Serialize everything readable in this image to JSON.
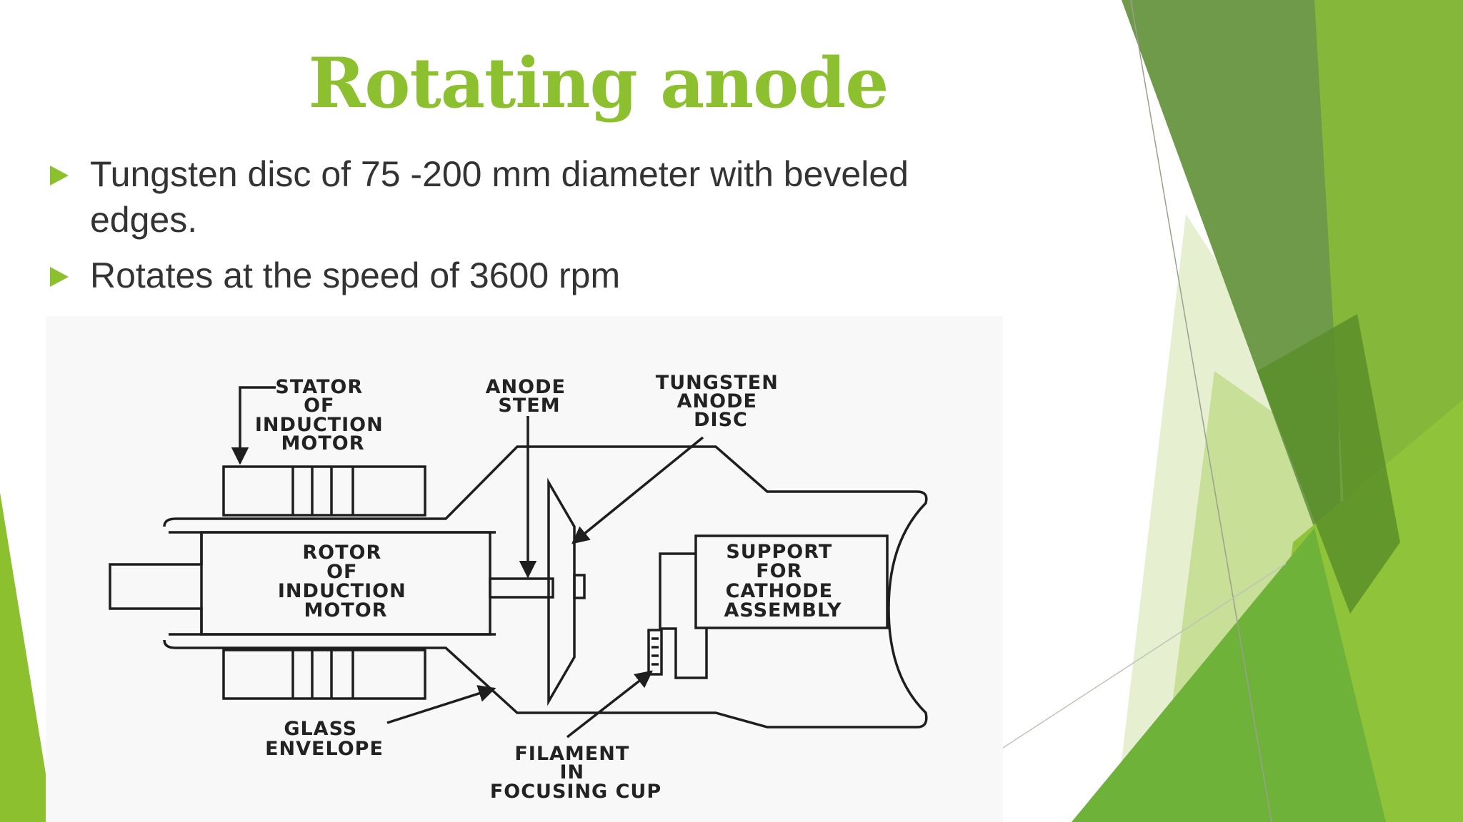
{
  "slide": {
    "title": "Rotating anode",
    "bullets": [
      "Tungsten disc of 75 -200 mm diameter with beveled edges.",
      "Rotates at the speed of 3600 rpm"
    ]
  },
  "diagram": {
    "labels": {
      "stator": [
        "STATOR",
        "OF",
        "INDUCTION",
        "MOTOR"
      ],
      "anode_stem": [
        "ANODE",
        "STEM"
      ],
      "tungsten_disc": [
        "TUNGSTEN",
        "ANODE",
        "DISC"
      ],
      "rotor": [
        "ROTOR",
        "OF",
        "INDUCTION",
        "MOTOR"
      ],
      "cathode_support": [
        "SUPPORT",
        "FOR",
        "CATHODE",
        "ASSEMBLY"
      ],
      "glass_envelope": [
        "GLASS",
        "ENVELOPE"
      ],
      "filament": [
        "FILAMENT",
        "IN",
        "FOCUSING CUP"
      ]
    }
  },
  "colors": {
    "accent": "#8dc02e",
    "text": "#333333",
    "diagram_ink": "#1e1e1e"
  }
}
